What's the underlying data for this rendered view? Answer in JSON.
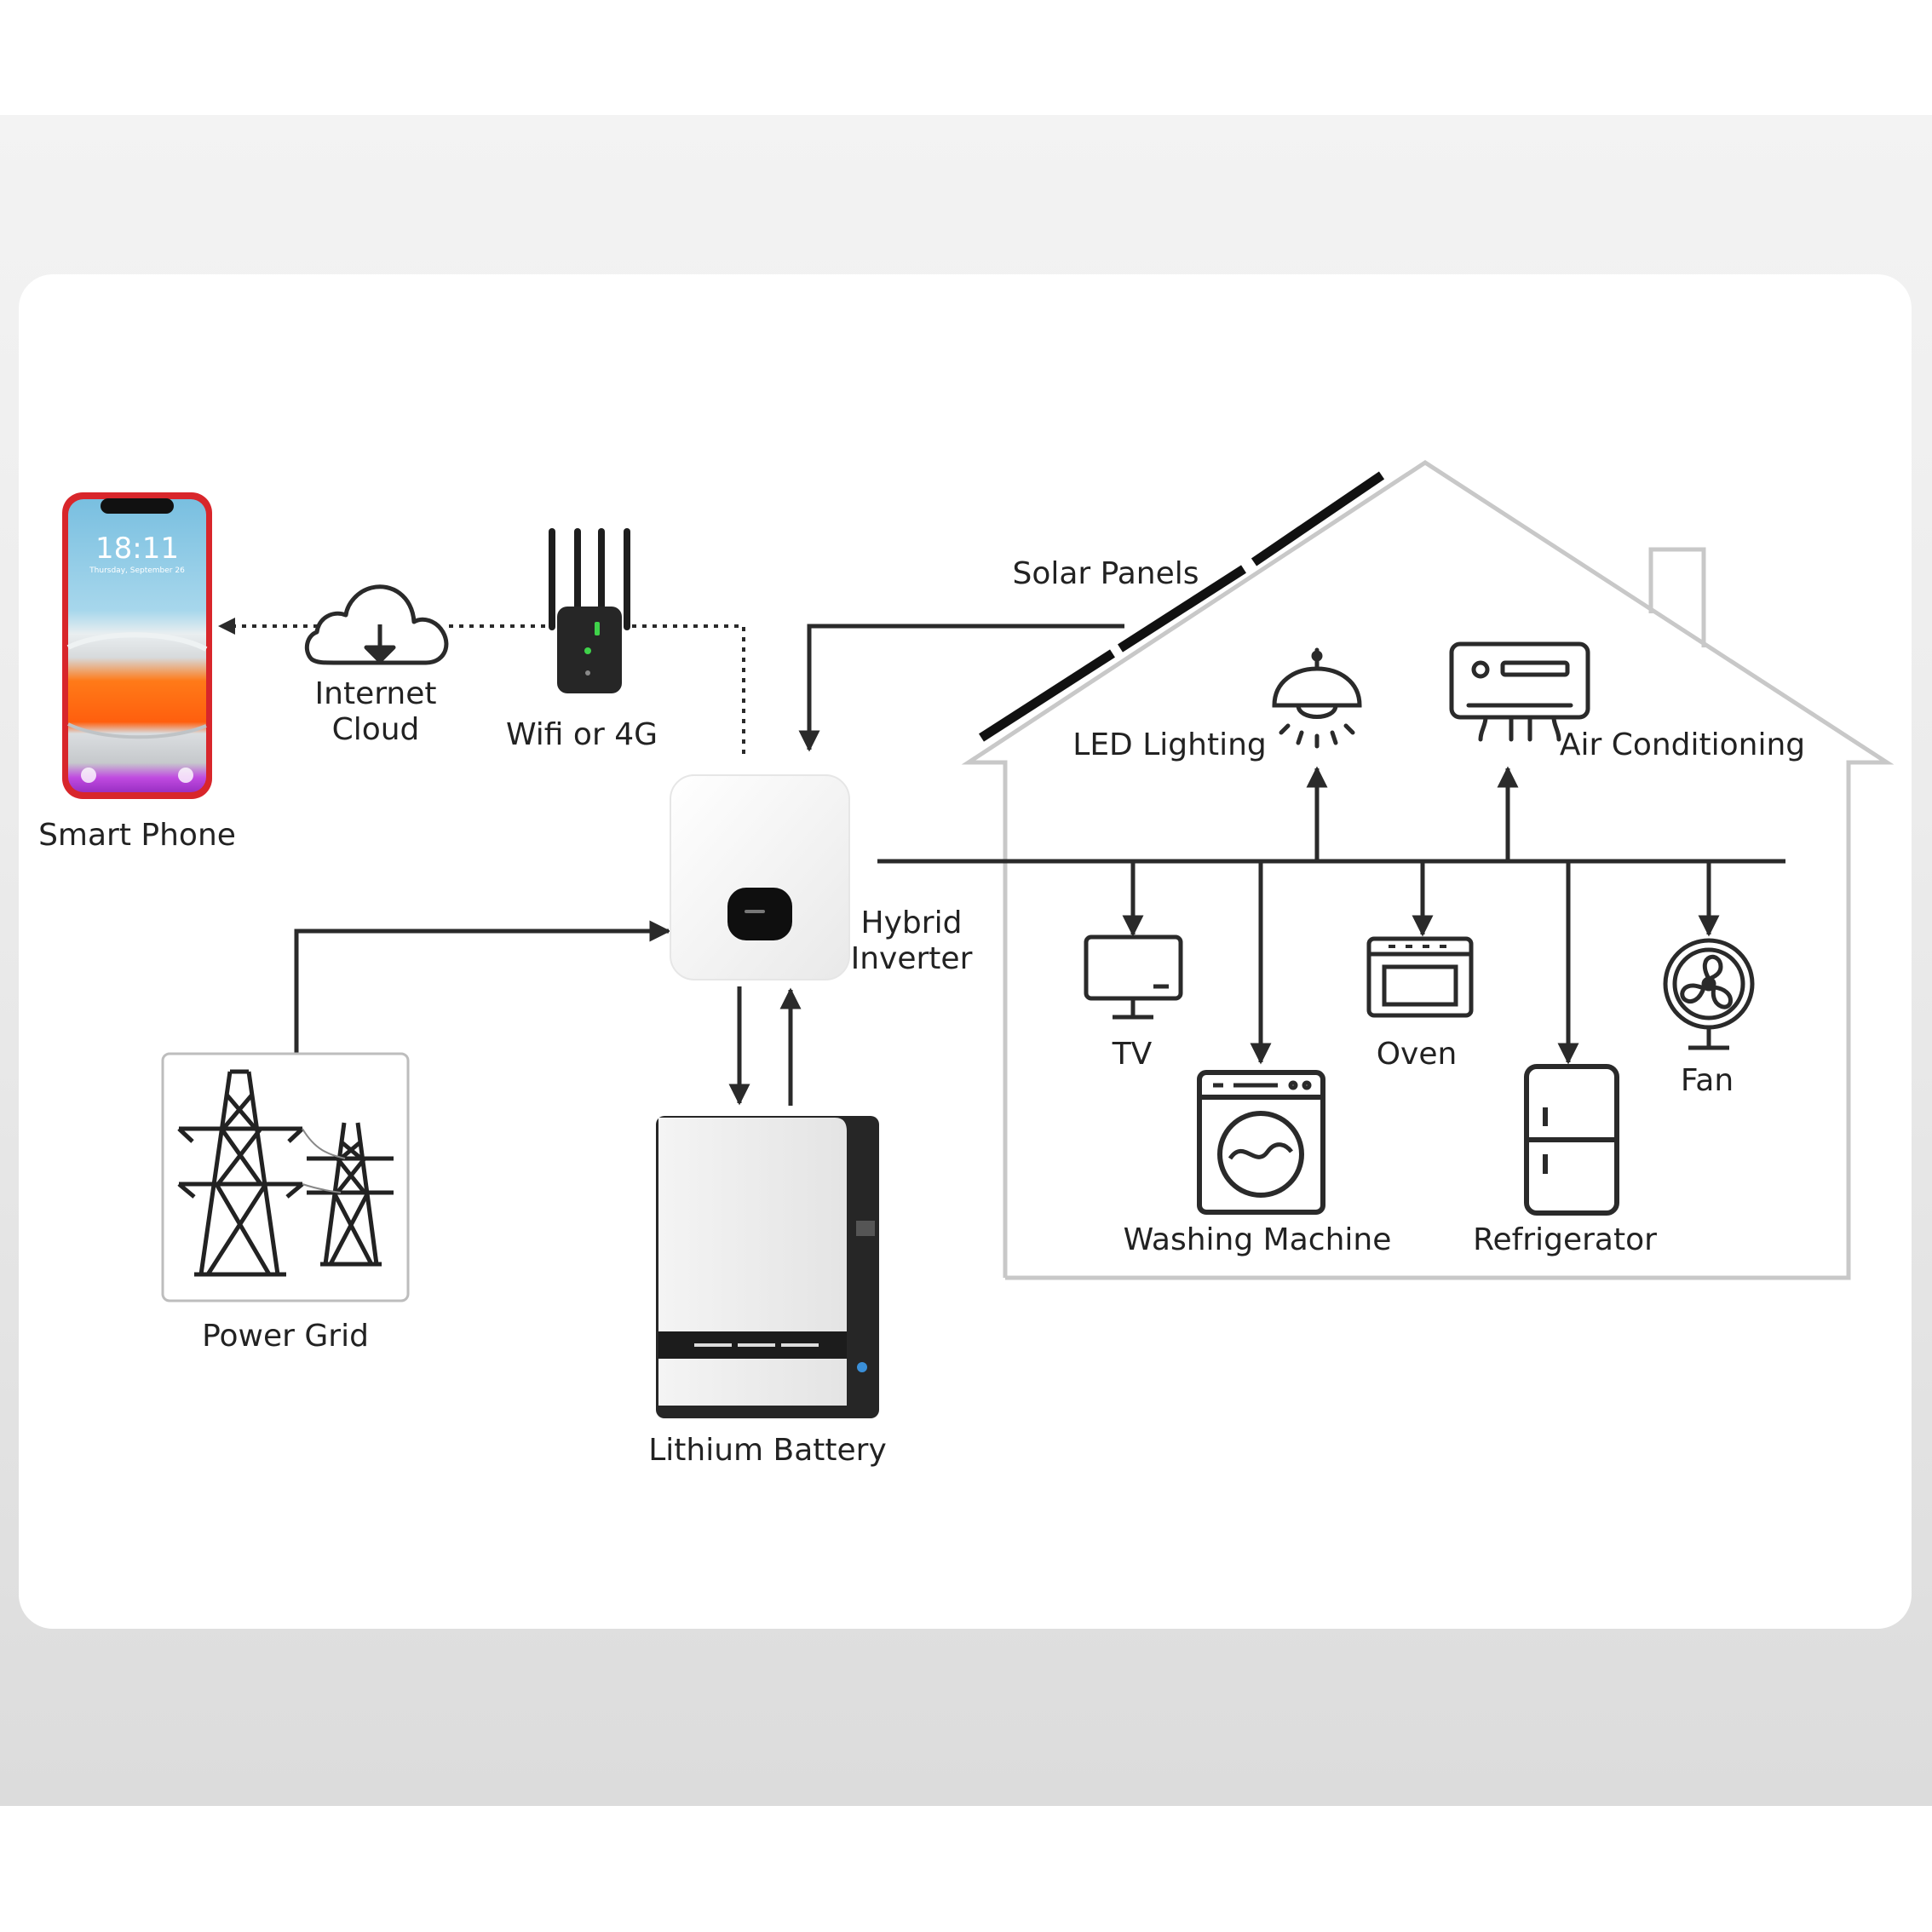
{
  "labels": {
    "smart_phone": "Smart Phone",
    "internet_cloud_line1": "Internet",
    "internet_cloud_line2": "Cloud",
    "wifi": "Wifi or 4G",
    "solar_panels": "Solar Panels",
    "hybrid_inverter_line1": "Hybrid",
    "hybrid_inverter_line2": "Inverter",
    "power_grid": "Power Grid",
    "lithium_battery": "Lithium Battery",
    "led_lighting": "LED Lighting",
    "air_conditioning": "Air Conditioning",
    "tv": "TV",
    "oven": "Oven",
    "fan": "Fan",
    "washing_machine": "Washing Machine",
    "refrigerator": "Refrigerator"
  },
  "phone_screen": {
    "time": "18:11",
    "date": "Thursday, September 26"
  },
  "colors": {
    "line": "#2a2a2a",
    "house_outline": "#c8c8c8",
    "phone_frame": "#d8262b",
    "phone_orange": "#ff6a13",
    "phone_sky": "#8fcbe6",
    "wifi_led": "#3fd24a"
  },
  "icons": [
    "smartphone-icon",
    "cloud-download-icon",
    "wifi-router-icon",
    "solar-panel-icon",
    "inverter-icon",
    "power-tower-icon",
    "battery-icon",
    "lamp-icon",
    "air-conditioner-icon",
    "tv-icon",
    "oven-icon",
    "fan-icon",
    "washing-machine-icon",
    "refrigerator-icon"
  ]
}
